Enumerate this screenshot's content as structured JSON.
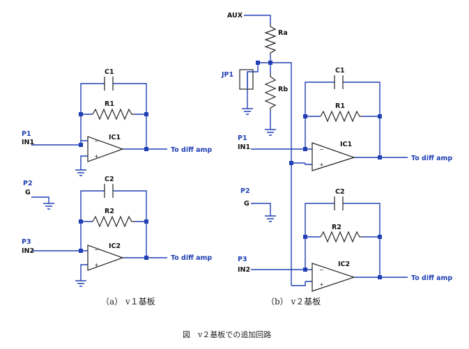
{
  "panel_a": {
    "caption": "（a） v１基板",
    "ports": {
      "p1": "P1",
      "p2": "P2",
      "p3": "P3"
    },
    "nets": {
      "in1": "IN1",
      "g": "G",
      "in2": "IN2"
    },
    "parts": {
      "c1": "C1",
      "r1": "R1",
      "ic1": "IC1",
      "c2": "C2",
      "r2": "R2",
      "ic2": "IC2"
    },
    "outputs": {
      "out1": "To diff amp",
      "out2": "To diff amp"
    }
  },
  "panel_b": {
    "caption": "（b） v２基板",
    "aux": "AUX",
    "jumper": "JP1",
    "parts": {
      "ra": "Ra",
      "rb": "Rb",
      "c1": "C1",
      "r1": "R1",
      "ic1": "IC1",
      "c2": "C2",
      "r2": "R2",
      "ic2": "IC2"
    },
    "ports": {
      "p1": "P1",
      "p2": "P2",
      "p3": "P3"
    },
    "nets": {
      "in1": "IN1",
      "g": "G",
      "in2": "IN2"
    },
    "outputs": {
      "out1": "To diff amp",
      "out2": "To diff amp"
    }
  },
  "figure_caption": "図　v２基板での追加回路",
  "pin_signs": {
    "minus": "−",
    "plus": "+"
  },
  "colors": {
    "wire": "#1f3fb3",
    "component": "#222222",
    "port_label": "#1f3fb3"
  }
}
